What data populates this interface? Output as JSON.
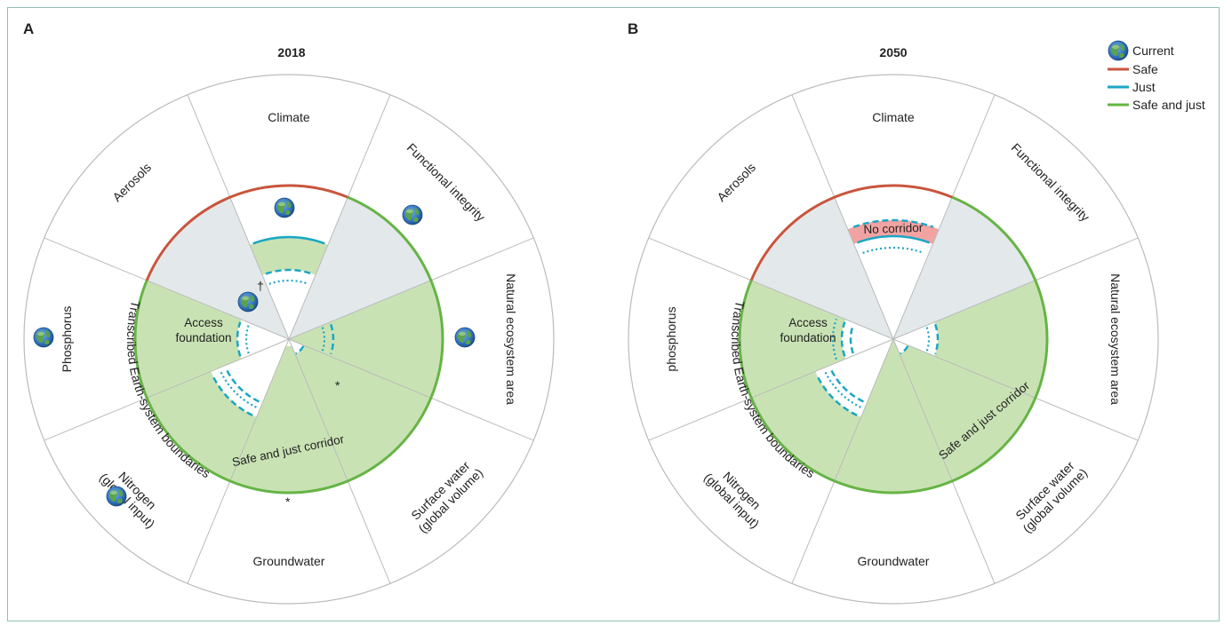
{
  "panels": [
    {
      "letter": "A",
      "year": "2018",
      "access_foundation": [
        "Access",
        "foundation"
      ],
      "corridor_label": "Safe and just corridor",
      "ring_label": "Transcribed Earth-system boundaries",
      "segments": {
        "climate": [
          "Climate"
        ],
        "functional_integrity": [
          "Functional integrity"
        ],
        "natural_ecosystem_area": [
          "Natural ecosystem area"
        ],
        "surface_water": [
          "Surface water",
          "(global volume)"
        ],
        "groundwater": [
          "Groundwater"
        ],
        "nitrogen": [
          "Nitrogen",
          "(global input)"
        ],
        "phosphorus": [
          "Phosphorus"
        ],
        "aerosols": [
          "Aerosols"
        ]
      },
      "markers": {
        "asterisk": "*",
        "dagger": "†"
      }
    },
    {
      "letter": "B",
      "year": "2050",
      "access_foundation": [
        "Access",
        "foundation"
      ],
      "corridor_label": "Safe and just corridor",
      "no_corridor_label": "No corridor",
      "ring_label": "Transcribed Earth-system boundaries",
      "segments": {
        "climate": [
          "Climate"
        ],
        "functional_integrity": [
          "Functional integrity"
        ],
        "natural_ecosystem_area": [
          "Natural ecosystem area"
        ],
        "surface_water": [
          "Surface water",
          "(global volume)"
        ],
        "groundwater": [
          "Groundwater"
        ],
        "nitrogen": [
          "Nitrogen",
          "(global input)"
        ],
        "phosphorus": [
          "phosphorus"
        ],
        "aerosols": [
          "Aerosols"
        ]
      }
    }
  ],
  "legend": [
    {
      "key": "current",
      "label": "Current",
      "icon": "globe-icon"
    },
    {
      "key": "safe",
      "label": "Safe",
      "color": "#c8553d"
    },
    {
      "key": "just",
      "label": "Just",
      "color": "#1aa6c4"
    },
    {
      "key": "safe_just",
      "label": "Safe and just",
      "color": "#66b445"
    }
  ],
  "colors": {
    "safe_line": "#c8553d",
    "just_line": "#1aa6c4",
    "safe_and_just_line": "#66b445",
    "corridor_fill": "#c9e2b4",
    "no_corridor_fill": "#f2a3a1",
    "grey_fill": "#e3e8ea",
    "divider": "#bbbbbb",
    "frame": "#8fbfb5"
  }
}
